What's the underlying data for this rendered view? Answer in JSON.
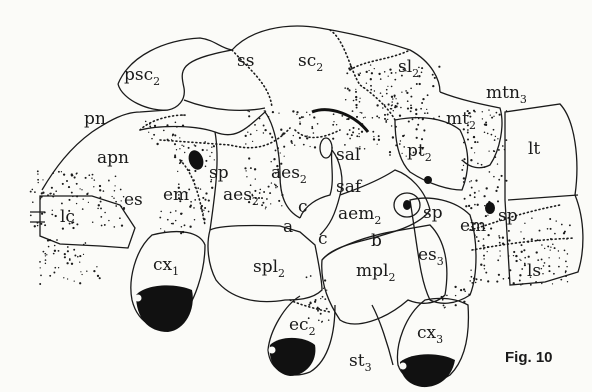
{
  "figure": {
    "caption": "Fig. 10",
    "labels": {
      "psc": "psc",
      "psc_sub": "2",
      "ss": "ss",
      "sc": "sc",
      "sc_sub": "2",
      "sl": "sl",
      "sl_sub": "2",
      "pn": "pn",
      "apn": "apn",
      "mtn": "mtn",
      "mtn_sub": "3",
      "mt": "mt",
      "mt_sub": "2",
      "lt": "lt",
      "pt": "pt",
      "pt_sub": "2",
      "sal": "sal",
      "saf": "saf",
      "sp_left": "sp",
      "sp_mid": "sp",
      "sp_right": "sp",
      "em_left": "em",
      "em_right": "em",
      "es": "es",
      "aes_left": "aes",
      "aes_left_sub": "2",
      "aes_mid": "aes",
      "aes_mid_sub": "2",
      "aem": "aem",
      "aem_sub": "2",
      "c_upper": "c",
      "c_lower": "c",
      "a": "a",
      "b": "b",
      "lc": "lc",
      "cx1": "cx",
      "cx1_sub": "1",
      "spl": "spl",
      "spl_sub": "2",
      "mpl": "mpl",
      "mpl_sub": "2",
      "es3": "es",
      "es3_sub": "3",
      "ls": "ls",
      "ec": "ec",
      "ec_sub": "2",
      "cx3": "cx",
      "cx3_sub": "3",
      "st": "st",
      "st_sub": "3"
    }
  }
}
